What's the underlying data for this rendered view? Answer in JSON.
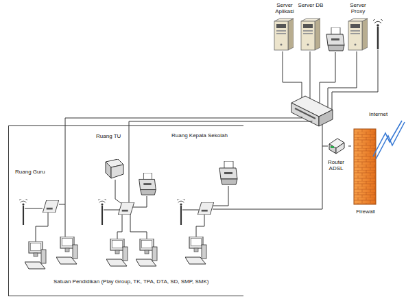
{
  "diagram": {
    "nodes": [
      {
        "text": [
          "Satuan Pendidikan (Play Group, TK, TPA, DTA, SD, SMP, SMK)"
        ]
      },
      {
        "text": [
          "Server Aplikasi"
        ]
      },
      {
        "text": [
          "Server DB"
        ]
      },
      {
        "text": [
          "Server Proxy"
        ]
      },
      {
        "text": [
          "Router ADSL"
        ]
      },
      {
        "text": [
          "Firewall"
        ]
      }
    ],
    "edges": [
      {
        "from": 4,
        "to": 5,
        "arrow": "none"
      }
    ],
    "labels": [
      "Ruang Guru",
      "Ruang TU",
      "Ruang Kepala Sekolah",
      "Internet"
    ]
  }
}
